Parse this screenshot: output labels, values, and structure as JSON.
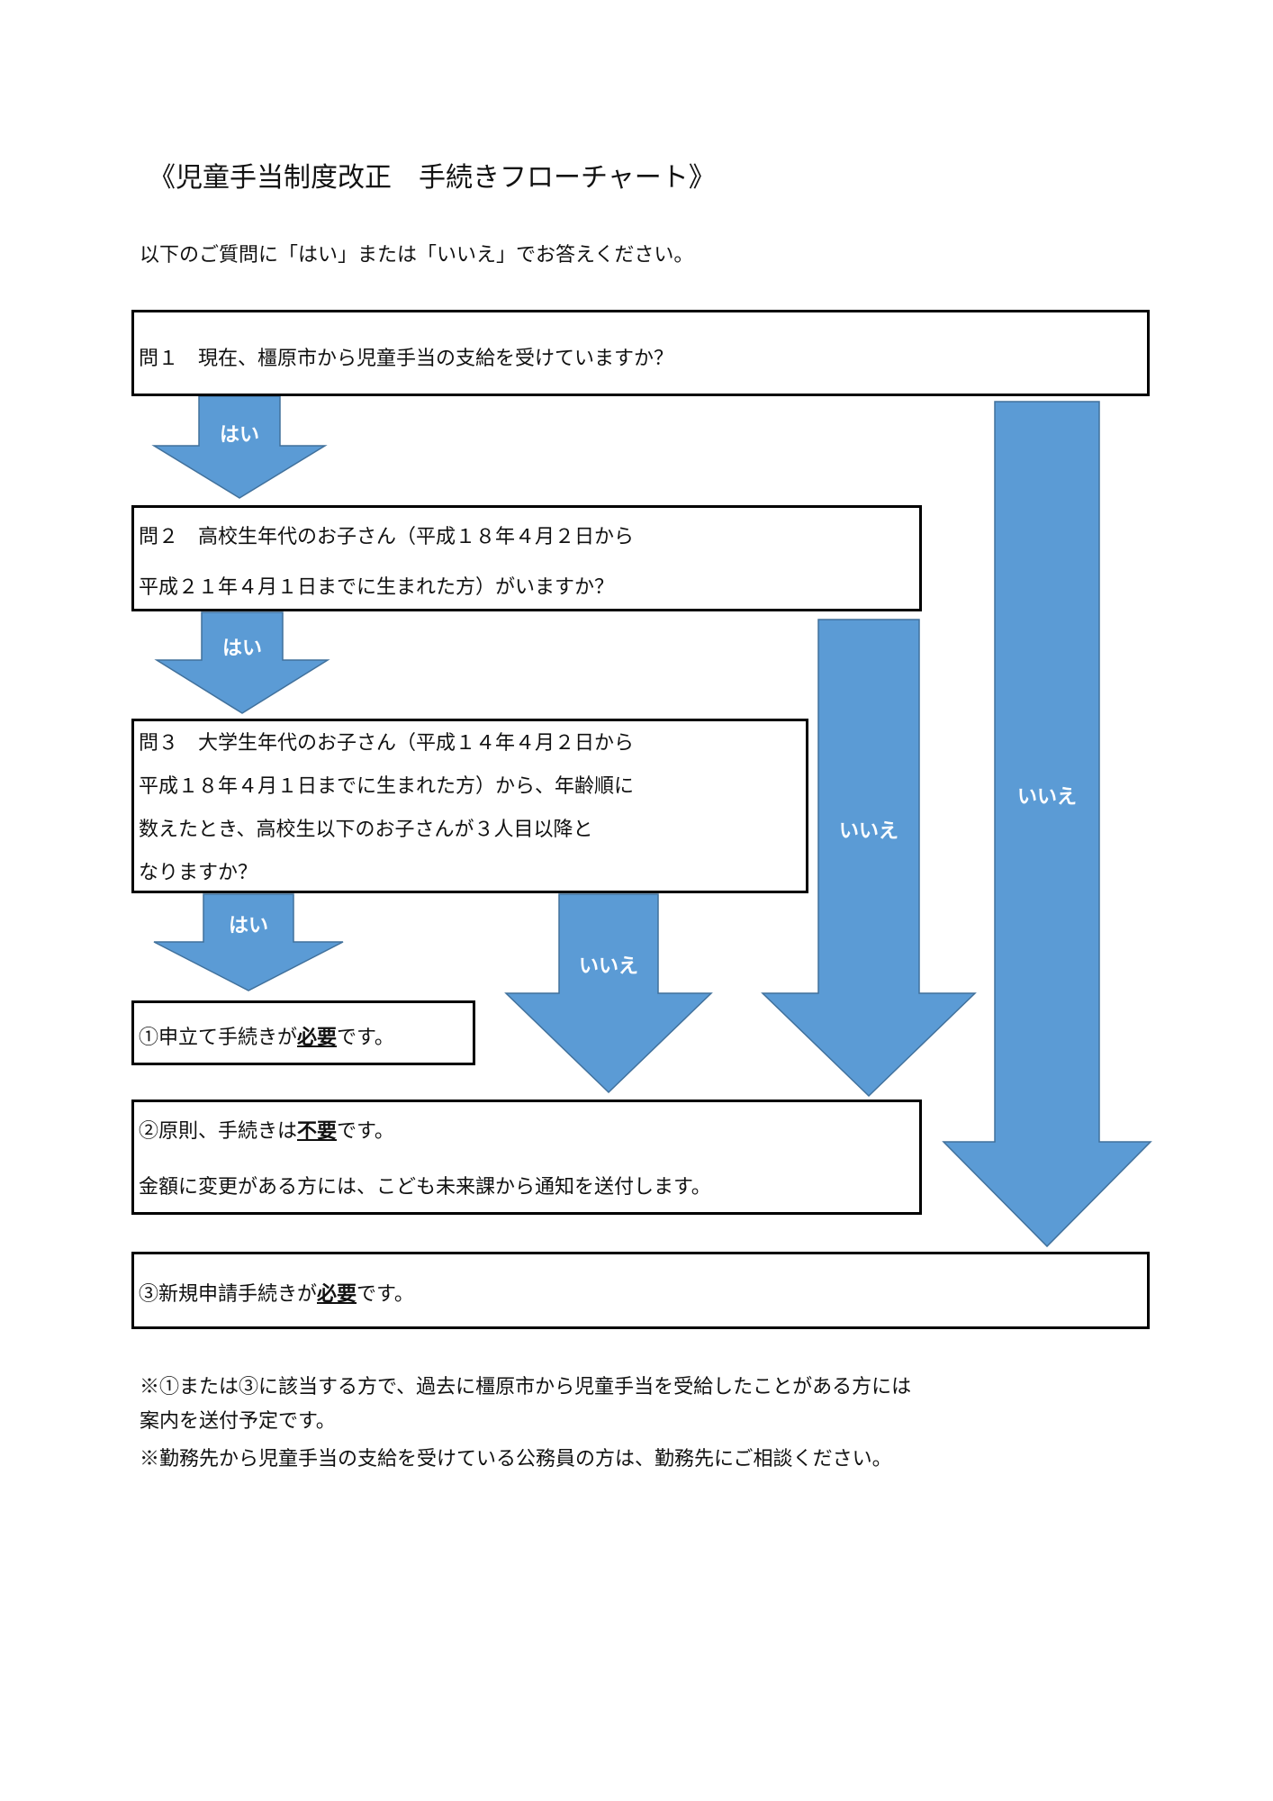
{
  "title": "《児童手当制度改正　手続きフローチャート》",
  "intro": "以下のご質問に「はい」または「いいえ」でお答えください。",
  "q1": {
    "line1": "問１　現在、橿原市から児童手当の支給を受けていますか？"
  },
  "q2": {
    "line1": "問２　高校生年代のお子さん（平成１８年４月２日から",
    "line2": "平成２１年４月１日までに生まれた方）がいますか？"
  },
  "q3": {
    "line1": "問３　大学生年代のお子さん（平成１４年４月２日から",
    "line2": "平成１８年４月１日までに生まれた方）から、年齢順に",
    "line3": "数えたとき、高校生以下のお子さんが３人目以降と",
    "line4": "なりますか？"
  },
  "result1": {
    "pre": "①申立て手続きが",
    "em": "必要",
    "post": "です。"
  },
  "result2": {
    "pre": "②原則、手続きは",
    "em": "不要",
    "post": "です。",
    "line2": "金額に変更がある方には、こども未来課から通知を送付します。"
  },
  "result3": {
    "pre": "③新規申請手続きが",
    "em": "必要",
    "post": "です。"
  },
  "notes": {
    "line1": "※①または③に該当する方で、過去に橿原市から児童手当を受給したことがある方には",
    "line2": "案内を送付予定です。",
    "line3": "※勤務先から児童手当の支給を受けている公務員の方は、勤務先にご相談ください。"
  },
  "arrows": {
    "yes_label": "はい",
    "no_label": "いいえ",
    "fill_color": "#5b9bd5"
  }
}
